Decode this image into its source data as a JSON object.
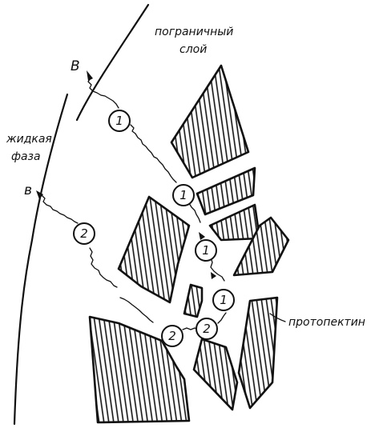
{
  "labels": {
    "boundary_layer_line1": "пограничный",
    "boundary_layer_line2": "слой",
    "liquid_phase_line1": "жидкая",
    "liquid_phase_line2": "фаза",
    "protopectin": "протопектин",
    "path_upper_label": "B",
    "path_lower_label": "в"
  },
  "markers": {
    "m1": "1",
    "m2": "1",
    "m3": "1",
    "m4": "1",
    "m5": "2",
    "m6": "2",
    "m7": "2"
  }
}
